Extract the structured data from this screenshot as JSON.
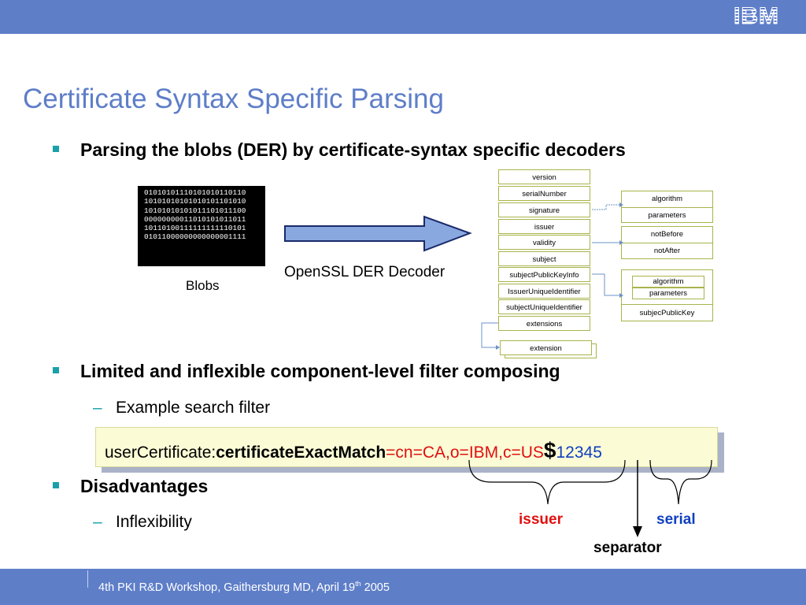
{
  "header": {
    "logo_text": "IBM"
  },
  "title": "Certificate Syntax Specific Parsing",
  "bullets": {
    "b1": "Parsing the blobs (DER) by certificate-syntax specific decoders",
    "b2": "Limited and inflexible component-level filter composing",
    "b2_sub": "Example search filter",
    "b3": "Disadvantages",
    "b3_sub": "Inflexibility",
    "dash": "–"
  },
  "diagram": {
    "blob_lines": [
      "01010101110101010110110",
      "10101010101010101101010",
      "10101010101011101011100",
      "00000000011010101011011",
      "10110100111111111110101",
      "01011000000000000001111"
    ],
    "blobs_label": "Blobs",
    "decoder_label": "OpenSSL DER Decoder",
    "fields": [
      "version",
      "serialNumber",
      "signature",
      "issuer",
      "validity",
      "subject",
      "subjectPublicKeyInfo",
      "IssuerUniqueIdentifier",
      "subjectUniqueIdentifier",
      "extensions"
    ],
    "extension": "extension",
    "sig_box": [
      "algorithm",
      "parameters"
    ],
    "validity_box": [
      "notBefore",
      "notAfter"
    ],
    "spki_inner": [
      "algorithm",
      "parameters"
    ],
    "spki_key": "subjecPublicKey"
  },
  "filter": {
    "attr": "userCertificate:",
    "rule": "certificateExactMatch",
    "eq": "=",
    "issuer_value": "cn=CA,o=IBM,c=US",
    "sep": "$",
    "serial_value": "12345"
  },
  "annotations": {
    "issuer": "issuer",
    "serial": "serial",
    "separator": "separator"
  },
  "footer": {
    "text_pre": "4th PKI R&D Workshop, Gaithersburg MD, April 19",
    "sup": "th",
    "text_post": " 2005"
  },
  "colors": {
    "bar": "#5e7ec8",
    "title": "#5e7ec8",
    "bullet": "#1aa0a8",
    "issuer": "#e01010",
    "serial": "#1040c0"
  }
}
